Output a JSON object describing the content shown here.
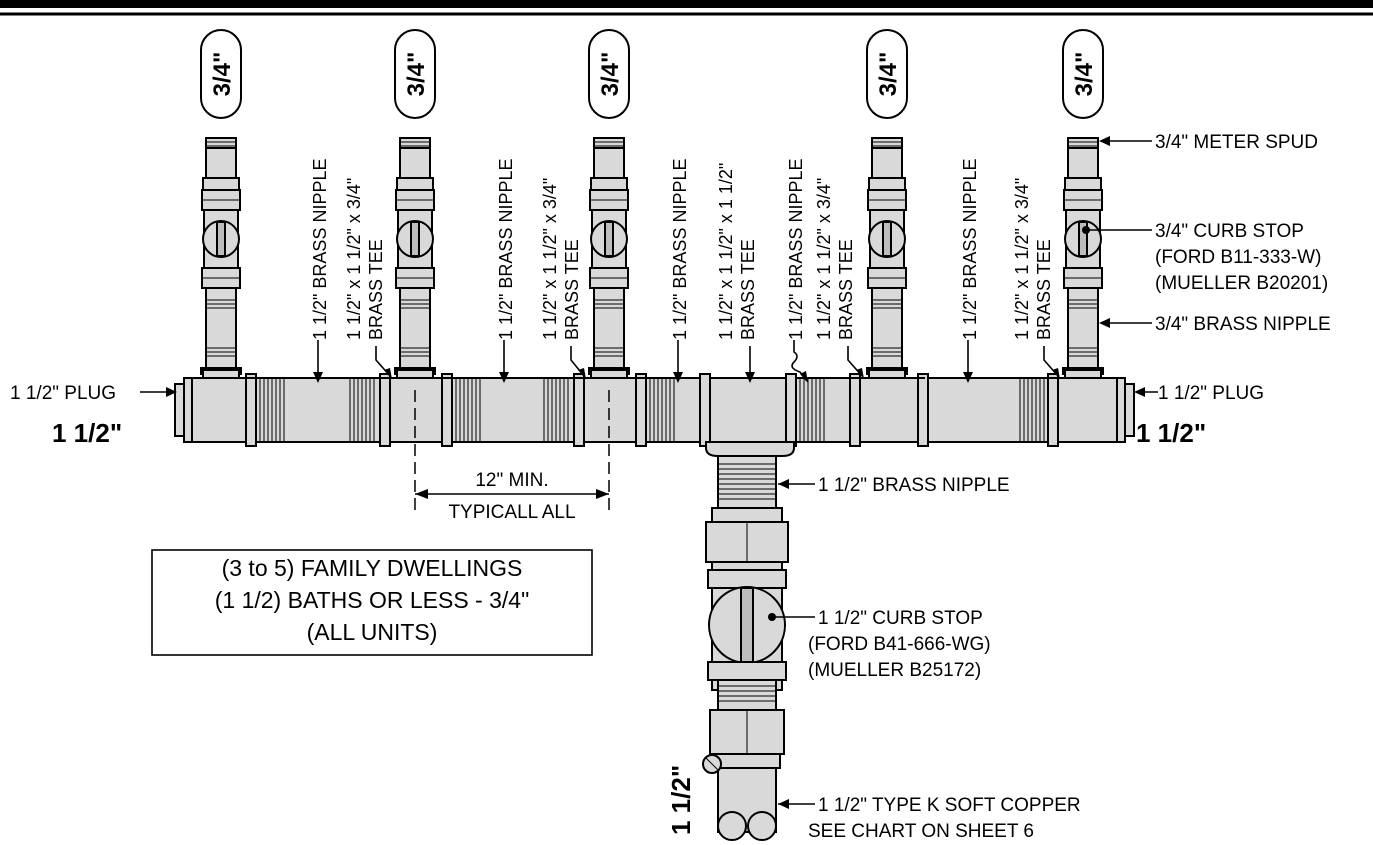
{
  "sizes": {
    "riser": "3/4\"",
    "main": "1 1/2\"",
    "service": "1 1/2\""
  },
  "vertical_labels": {
    "brass_nipple": "1 1/2\" BRASS NIPPLE",
    "tee_line1": "1 1/2\" x 1 1/2\" x 3/4\"",
    "tee_line2": "BRASS TEE",
    "center_tee_line1": "1 1/2\" x 1 1/2\" x 1 1/2\"",
    "center_tee_line2": "BRASS TEE"
  },
  "callouts": {
    "meter_spud": "3/4\" METER SPUD",
    "curb_stop_small_1": "3/4\" CURB STOP",
    "curb_stop_small_2": "(FORD B11-333-W)",
    "curb_stop_small_3": "(MUELLER B20201)",
    "riser_nipple": "3/4\" BRASS NIPPLE",
    "plug_left": "1 1/2\" PLUG",
    "plug_right": "1 1/2\" PLUG",
    "service_nipple": "1 1/2\" BRASS NIPPLE",
    "curb_stop_large_1": "1 1/2\" CURB STOP",
    "curb_stop_large_2": "(FORD B41-666-WG)",
    "curb_stop_large_3": "(MUELLER B25172)",
    "copper_1": "1 1/2\" TYPE K SOFT COPPER",
    "copper_2": "SEE CHART ON SHEET 6"
  },
  "dimension": {
    "value": "12\" MIN.",
    "note": "TYPICALL ALL"
  },
  "note_box": {
    "line1": "(3 to 5) FAMILY DWELLINGS",
    "line2": "(1 1/2) BATHS OR LESS - 3/4\"",
    "line3": "(ALL UNITS)"
  }
}
